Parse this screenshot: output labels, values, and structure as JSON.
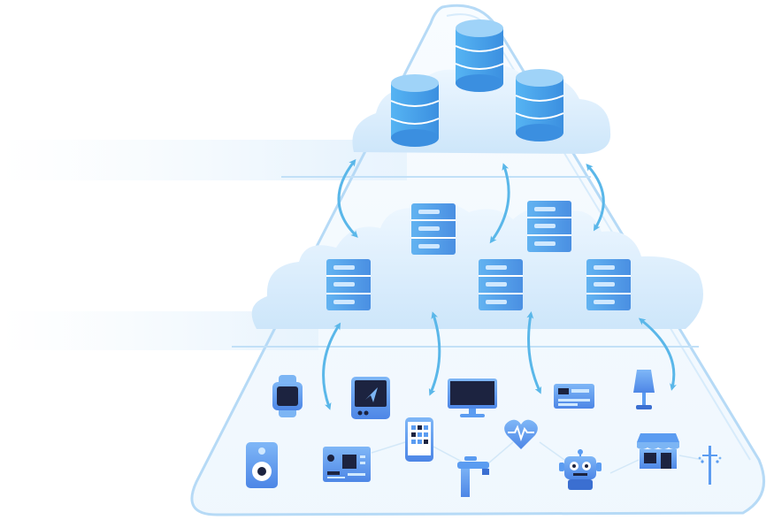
{
  "diagram": {
    "tiers": [
      {
        "id": "cloud",
        "nodes": [
          "database",
          "database",
          "database"
        ]
      },
      {
        "id": "fog",
        "nodes": [
          "server",
          "server",
          "server",
          "server",
          "server"
        ]
      },
      {
        "id": "edge",
        "nodes": [
          "smartwatch",
          "navigation-tablet",
          "monitor",
          "payment-card-terminal",
          "lamp",
          "speaker",
          "circuit-board",
          "smartphone",
          "heart-rate-monitor",
          "faucet",
          "robot",
          "storefront",
          "sensor-pole"
        ]
      }
    ],
    "links": [
      {
        "from": "cloud",
        "to": "fog",
        "count": 3
      },
      {
        "from": "fog",
        "to": "edge",
        "count": 4
      }
    ]
  },
  "colors": {
    "accent": "#4aa8e6",
    "arrow": "#5ab7e9",
    "device": "#5b9cf1",
    "device_dark": "#3b6fd1",
    "screen": "#1c2340",
    "cloud_fill": "#d6ebfb",
    "pyramid_edge": "#a9d3f4"
  }
}
